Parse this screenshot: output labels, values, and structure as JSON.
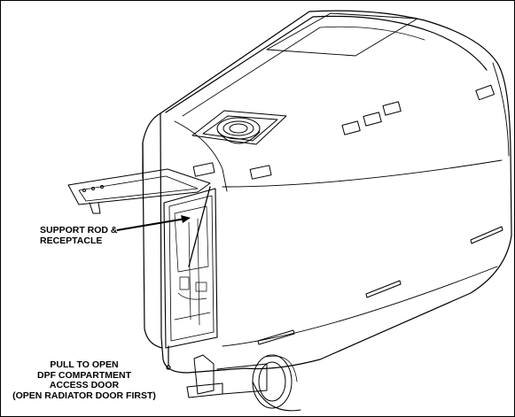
{
  "callouts": {
    "support_rod": {
      "line1": "SUPPORT ROD &",
      "line2": "RECEPTACLE"
    },
    "pull_to_open": {
      "line1": "PULL TO OPEN",
      "line2": "DPF COMPARTMENT",
      "line3": "ACCESS DOOR",
      "line4": "(OPEN RADIATOR DOOR FIRST)"
    }
  },
  "colors": {
    "line": "#000000",
    "background": "#ffffff"
  }
}
